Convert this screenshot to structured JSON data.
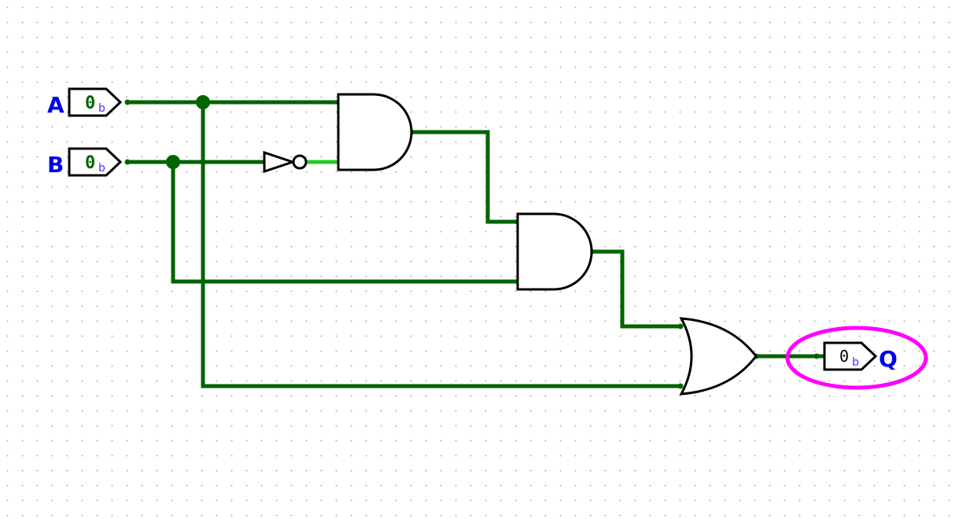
{
  "circuit": {
    "inputs": [
      {
        "label": "A",
        "value": "0",
        "radix": "b"
      },
      {
        "label": "B",
        "value": "0",
        "radix": "b"
      }
    ],
    "output": {
      "label": "Q",
      "value": "0",
      "radix": "b"
    },
    "colors": {
      "wire_low": "#006400",
      "wire_high": "#22cc22",
      "label": "#0000e6",
      "highlight": "#ff00ff",
      "gate_stroke": "#000000"
    }
  }
}
